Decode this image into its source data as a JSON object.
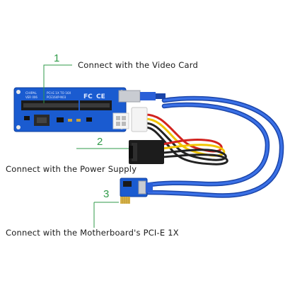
{
  "colors": {
    "pcb": "#1a5bd0",
    "pcb_dark": "#0f3f9e",
    "cable": "#2a5fd8",
    "cable_dark": "#1a44a8",
    "leader": "#2f9a48",
    "slot": "#1a1a1a",
    "gold": "#d7b24a",
    "usb_metal": "#c9ccd2",
    "wire_red": "#d2231f",
    "wire_yellow": "#f1c400",
    "wire_black": "#222222"
  },
  "callouts": [
    {
      "number": "1",
      "label": "Connect with the Video Card"
    },
    {
      "number": "2",
      "label": "Connect with the Power Supply"
    },
    {
      "number": "3",
      "label": "Connect with the Motherboard's PCI-E 1X"
    }
  ],
  "board": {
    "brand": "CHIPAL",
    "version": "VER 006",
    "model": "PCI-E 1X TO 16X",
    "part": "PCE164P-N03",
    "cert_fc": "FC",
    "cert_ce": "CE"
  },
  "icons": {
    "video_card_board": "riser-board-icon",
    "power_connector": "sata-power-connector-icon",
    "motherboard_adapter": "pcie-1x-adapter-icon",
    "cable": "usb-cable-icon"
  }
}
